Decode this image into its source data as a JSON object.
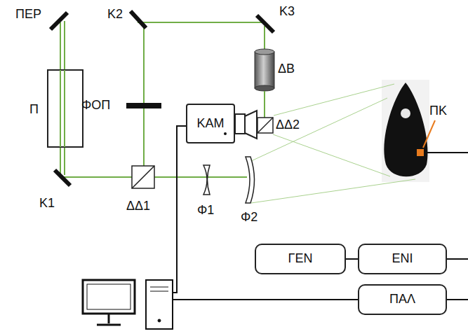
{
  "diagram": {
    "nodes": [
      {
        "text": [
          "ΚΑΜ"
        ]
      },
      {
        "text": [
          "ΓΕΝ"
        ]
      },
      {
        "text": [
          "ΕΝΙ"
        ]
      },
      {
        "text": [
          "ΠΑΛ"
        ]
      }
    ],
    "edges": [
      {
        "from": 1,
        "to": 2,
        "arrow": "none"
      }
    ],
    "labels": [
      "ΠΕΡ",
      "Κ2",
      "Κ3",
      "Π",
      "ΦΟΠ",
      "ΔΒ",
      "ΔΔ2",
      "ΠΚ",
      "Κ1",
      "ΔΔ1",
      "Φ1",
      "Φ2"
    ]
  }
}
